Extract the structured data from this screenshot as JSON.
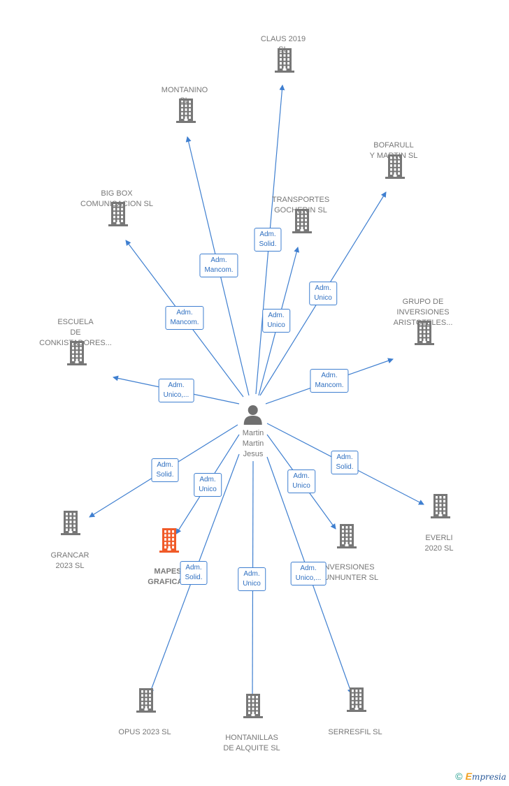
{
  "center": {
    "name": "Martin\nMartin\nJesus"
  },
  "companies": [
    {
      "id": "claus",
      "label": "CLAUS 2019\nSL",
      "highlight": false
    },
    {
      "id": "montanino",
      "label": "MONTANINO\nSL",
      "highlight": false
    },
    {
      "id": "bofarull",
      "label": "BOFARULL\nY MARTIN  SL",
      "highlight": false
    },
    {
      "id": "bigbox",
      "label": "BIG BOX\nCOMUNICACION SL",
      "highlight": false
    },
    {
      "id": "transportes",
      "label": "TRANSPORTES\nGOCHERIN SL",
      "highlight": false
    },
    {
      "id": "grupo",
      "label": "GRUPO DE\nINVERSIONES\nARISTOTELES...",
      "highlight": false
    },
    {
      "id": "escuela",
      "label": "ESCUELA\nDE\nCONKISTADORES...",
      "highlight": false
    },
    {
      "id": "grancar",
      "label": "GRANCAR\n2023  SL",
      "highlight": false
    },
    {
      "id": "mapes",
      "label": "MAPES\nGRAFICAS",
      "highlight": true
    },
    {
      "id": "inversiones",
      "label": "INVERSIONES\nHUNHUNTER SL",
      "highlight": false
    },
    {
      "id": "everli",
      "label": "EVERLI\n2020  SL",
      "highlight": false
    },
    {
      "id": "opus",
      "label": "OPUS 2023  SL",
      "highlight": false
    },
    {
      "id": "hontanillas",
      "label": "HONTANILLAS\nDE ALQUITE SL",
      "highlight": false
    },
    {
      "id": "serresfil",
      "label": "SERRESFIL SL",
      "highlight": false
    }
  ],
  "roles": [
    {
      "target": "claus",
      "label": "Adm.\nSolid."
    },
    {
      "target": "montanino",
      "label": "Adm.\nMancom."
    },
    {
      "target": "bofarull",
      "label": "Adm.\nUnico"
    },
    {
      "target": "bigbox",
      "label": "Adm.\nMancom."
    },
    {
      "target": "transportes",
      "label": "Adm.\nUnico"
    },
    {
      "target": "grupo",
      "label": "Adm.\nMancom."
    },
    {
      "target": "escuela",
      "label": "Adm.\nUnico,..."
    },
    {
      "target": "grancar",
      "label": "Adm.\nSolid."
    },
    {
      "target": "mapes",
      "label": "Adm.\nUnico"
    },
    {
      "target": "inversiones",
      "label": "Adm.\nUnico"
    },
    {
      "target": "everli",
      "label": "Adm.\nSolid."
    },
    {
      "target": "opus",
      "label": "Adm.\nSolid."
    },
    {
      "target": "hontanillas",
      "label": "Adm.\nUnico"
    },
    {
      "target": "serresfil",
      "label": "Adm.\nUnico,..."
    }
  ],
  "colors": {
    "edge": "#3f7fd0",
    "building": "#777777",
    "highlight": "#f05a28"
  },
  "footer": {
    "copyright": "©",
    "brand_first": "E",
    "brand_rest": "mpresia"
  }
}
